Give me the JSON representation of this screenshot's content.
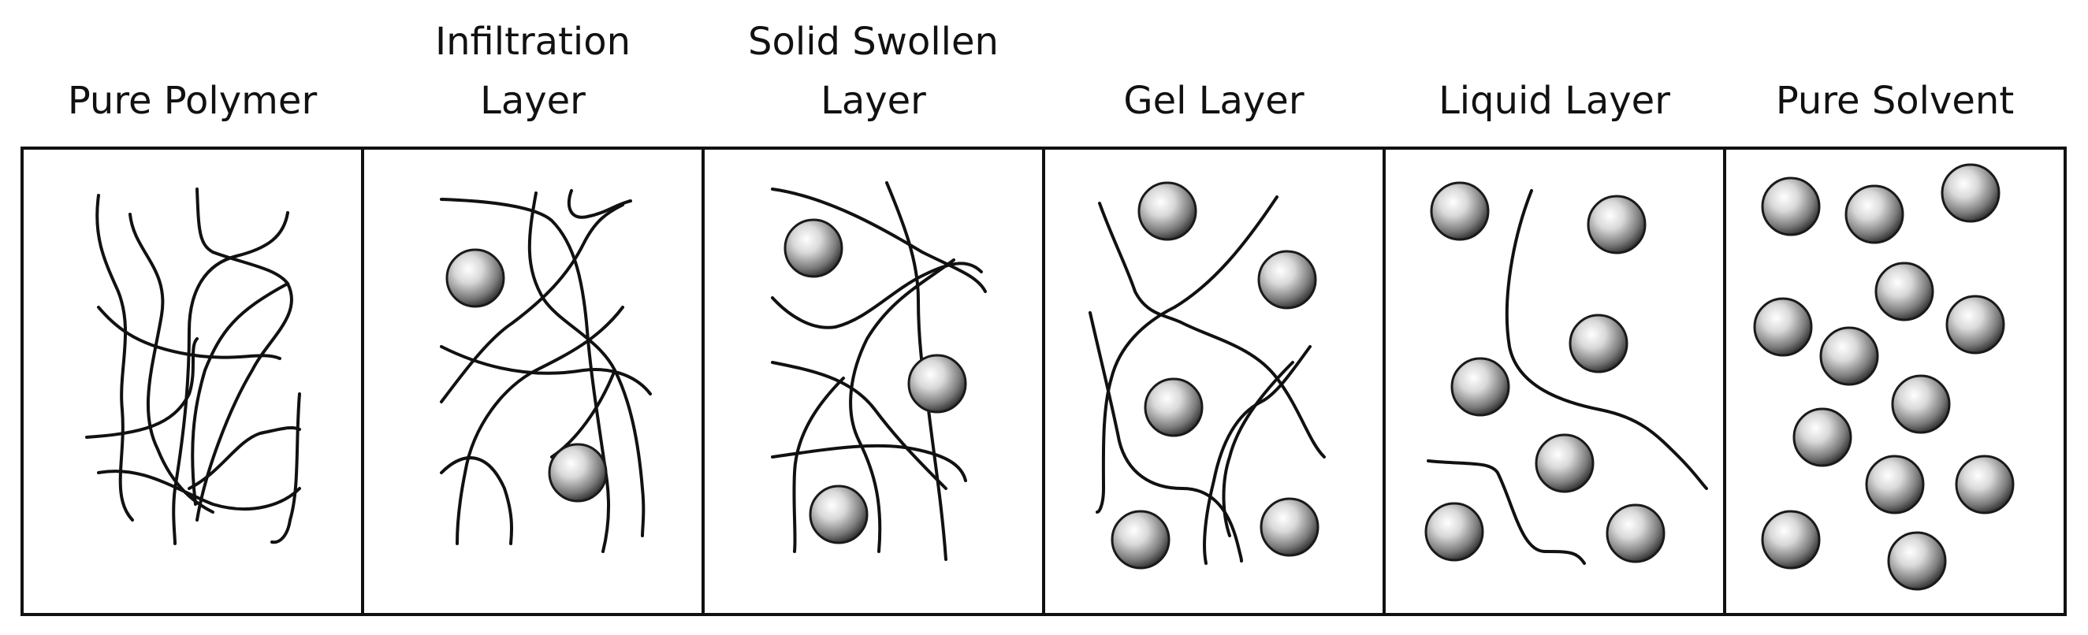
{
  "panels": [
    {
      "id": "pure-polymer",
      "label": "Pure Polymer"
    },
    {
      "id": "infiltration-layer",
      "label": "Infiltration\nLayer"
    },
    {
      "id": "solid-swollen-layer",
      "label": "Solid Swollen\nLayer"
    },
    {
      "id": "gel-layer",
      "label": "Gel Layer"
    },
    {
      "id": "liquid-layer",
      "label": "Liquid Layer"
    },
    {
      "id": "pure-solvent",
      "label": "Pure Solvent"
    }
  ]
}
